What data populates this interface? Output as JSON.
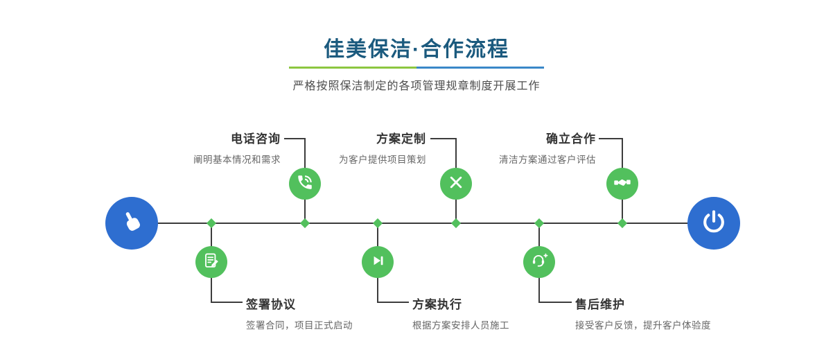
{
  "header": {
    "title": "佳美保洁·合作流程",
    "subtitle": "严格按照保洁制定的各项管理规章制度开展工作"
  },
  "colors": {
    "title_blue": "#1b5a7e",
    "primary_blue": "#2e6ed0",
    "accent_green": "#52c05d",
    "divider_green": "#8cc63f",
    "divider_blue": "#3a87c8",
    "line_dark": "#3a3a3a"
  },
  "timeline": {
    "start_icon": "hand-pointer-icon",
    "end_icon": "power-icon"
  },
  "steps": [
    {
      "id": "phone",
      "position": "top",
      "title": "电话咨询",
      "desc": "阐明基本情况和需求",
      "icon": "phone-icon"
    },
    {
      "id": "plan",
      "position": "top",
      "title": "方案定制",
      "desc": "为客户提供项目策划",
      "icon": "pen-tools-icon"
    },
    {
      "id": "coop",
      "position": "top",
      "title": "确立合作",
      "desc": "清洁方案通过客户评估",
      "icon": "handshake-icon"
    },
    {
      "id": "sign",
      "position": "bottom",
      "title": "签署协议",
      "desc": "签署合同，项目正式启动",
      "icon": "document-pen-icon"
    },
    {
      "id": "exec",
      "position": "bottom",
      "title": "方案执行",
      "desc": "根据方案安排人员施工",
      "icon": "play-icon"
    },
    {
      "id": "after",
      "position": "bottom",
      "title": "售后维护",
      "desc": "接受客户反馈，提升客户体验度",
      "icon": "headset-icon"
    }
  ]
}
